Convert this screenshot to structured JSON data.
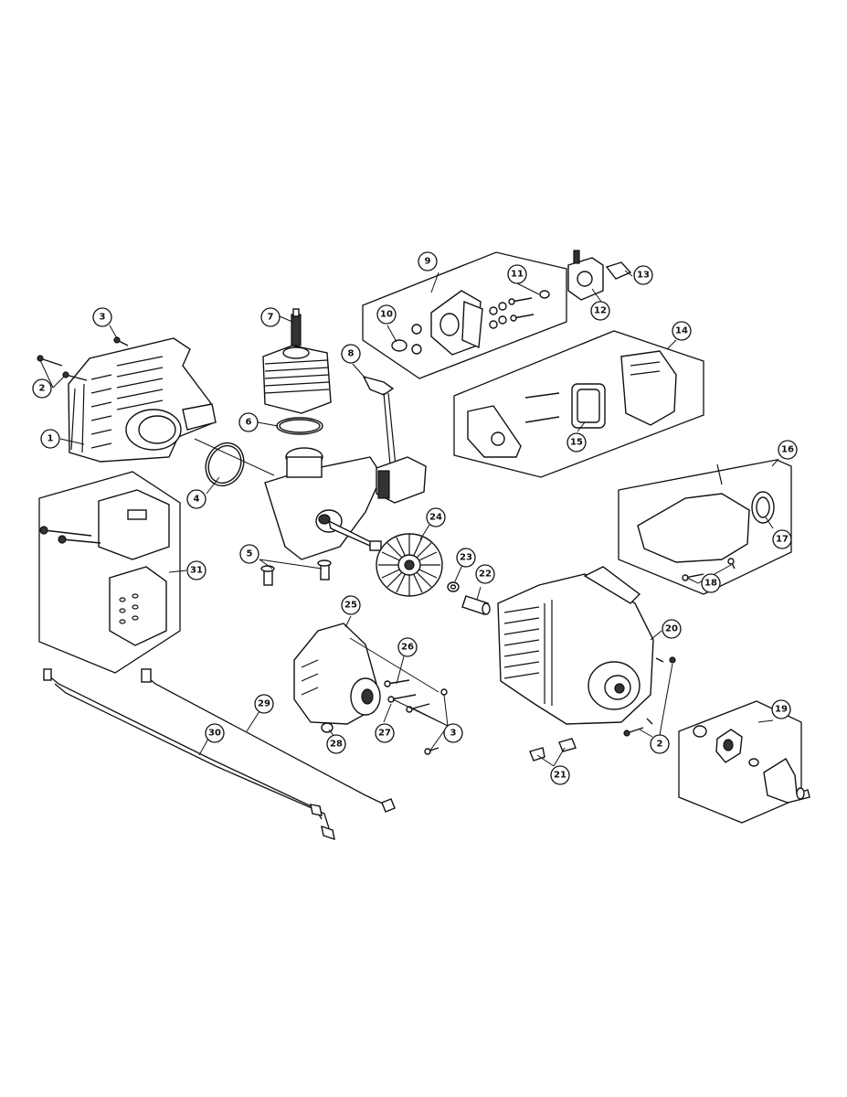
{
  "diagram": {
    "callouts": [
      {
        "label": "1"
      },
      {
        "label": "2"
      },
      {
        "label": "3"
      },
      {
        "label": "4"
      },
      {
        "label": "5"
      },
      {
        "label": "6"
      },
      {
        "label": "7"
      },
      {
        "label": "8"
      },
      {
        "label": "9"
      },
      {
        "label": "10"
      },
      {
        "label": "11"
      },
      {
        "label": "12"
      },
      {
        "label": "13"
      },
      {
        "label": "14"
      },
      {
        "label": "15"
      },
      {
        "label": "16"
      },
      {
        "label": "17"
      },
      {
        "label": "18"
      },
      {
        "label": "19"
      },
      {
        "label": "20"
      },
      {
        "label": "21"
      },
      {
        "label": "22"
      },
      {
        "label": "23"
      },
      {
        "label": "24"
      },
      {
        "label": "25"
      },
      {
        "label": "26"
      },
      {
        "label": "27"
      },
      {
        "label": "28"
      },
      {
        "label": "29"
      },
      {
        "label": "30"
      },
      {
        "label": "31"
      },
      {
        "label": "2"
      },
      {
        "label": "3"
      }
    ]
  }
}
